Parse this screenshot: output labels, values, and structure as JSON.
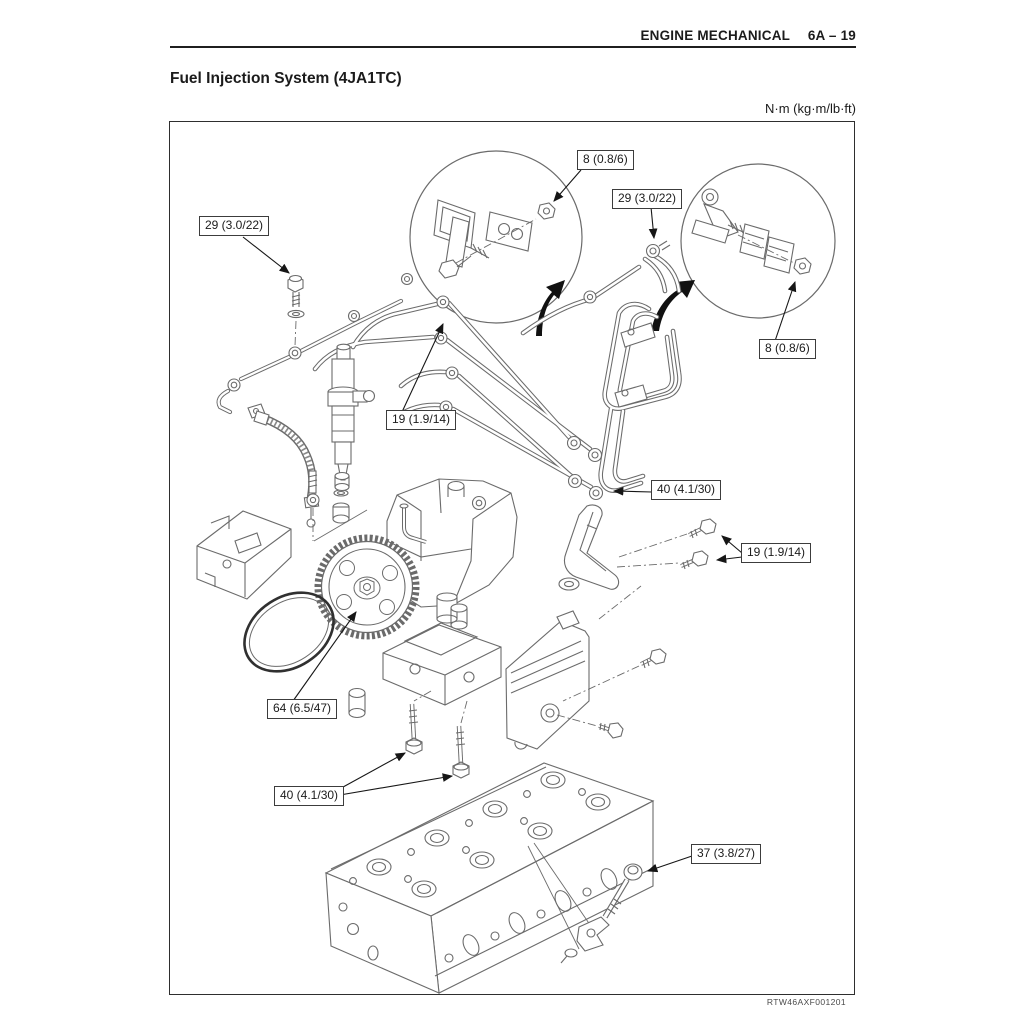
{
  "page": {
    "header": {
      "title": "ENGINE MECHANICAL",
      "page_ref": "6A – 19"
    },
    "section_title": "Fuel Injection System (4JA1TC)",
    "units_note": "N·m (kg·m/lb·ft)",
    "figure_code": "RTW46AXF001201"
  },
  "callouts": [
    {
      "id": "torque-leakoff-bolt-left",
      "label": "29 (3.0/22)"
    },
    {
      "id": "torque-clamp-nut-top",
      "label": "8 (0.8/6)"
    },
    {
      "id": "torque-pipe-joint-right",
      "label": "29 (3.0/22)"
    },
    {
      "id": "torque-clamp-nut-right",
      "label": "8 (0.8/6)"
    },
    {
      "id": "torque-injection-pipe",
      "label": "19 (1.9/14)"
    },
    {
      "id": "torque-pipe-sleeve-nut",
      "label": "40 (4.1/30)"
    },
    {
      "id": "torque-bracket-bolts",
      "label": "19 (1.9/14)"
    },
    {
      "id": "torque-pump-gear-nut",
      "label": "64 (6.5/47)"
    },
    {
      "id": "torque-pump-mount-bolts",
      "label": "40 (4.1/30)"
    },
    {
      "id": "torque-nozzle-holder-stud",
      "label": "37 (3.8/27)"
    }
  ]
}
